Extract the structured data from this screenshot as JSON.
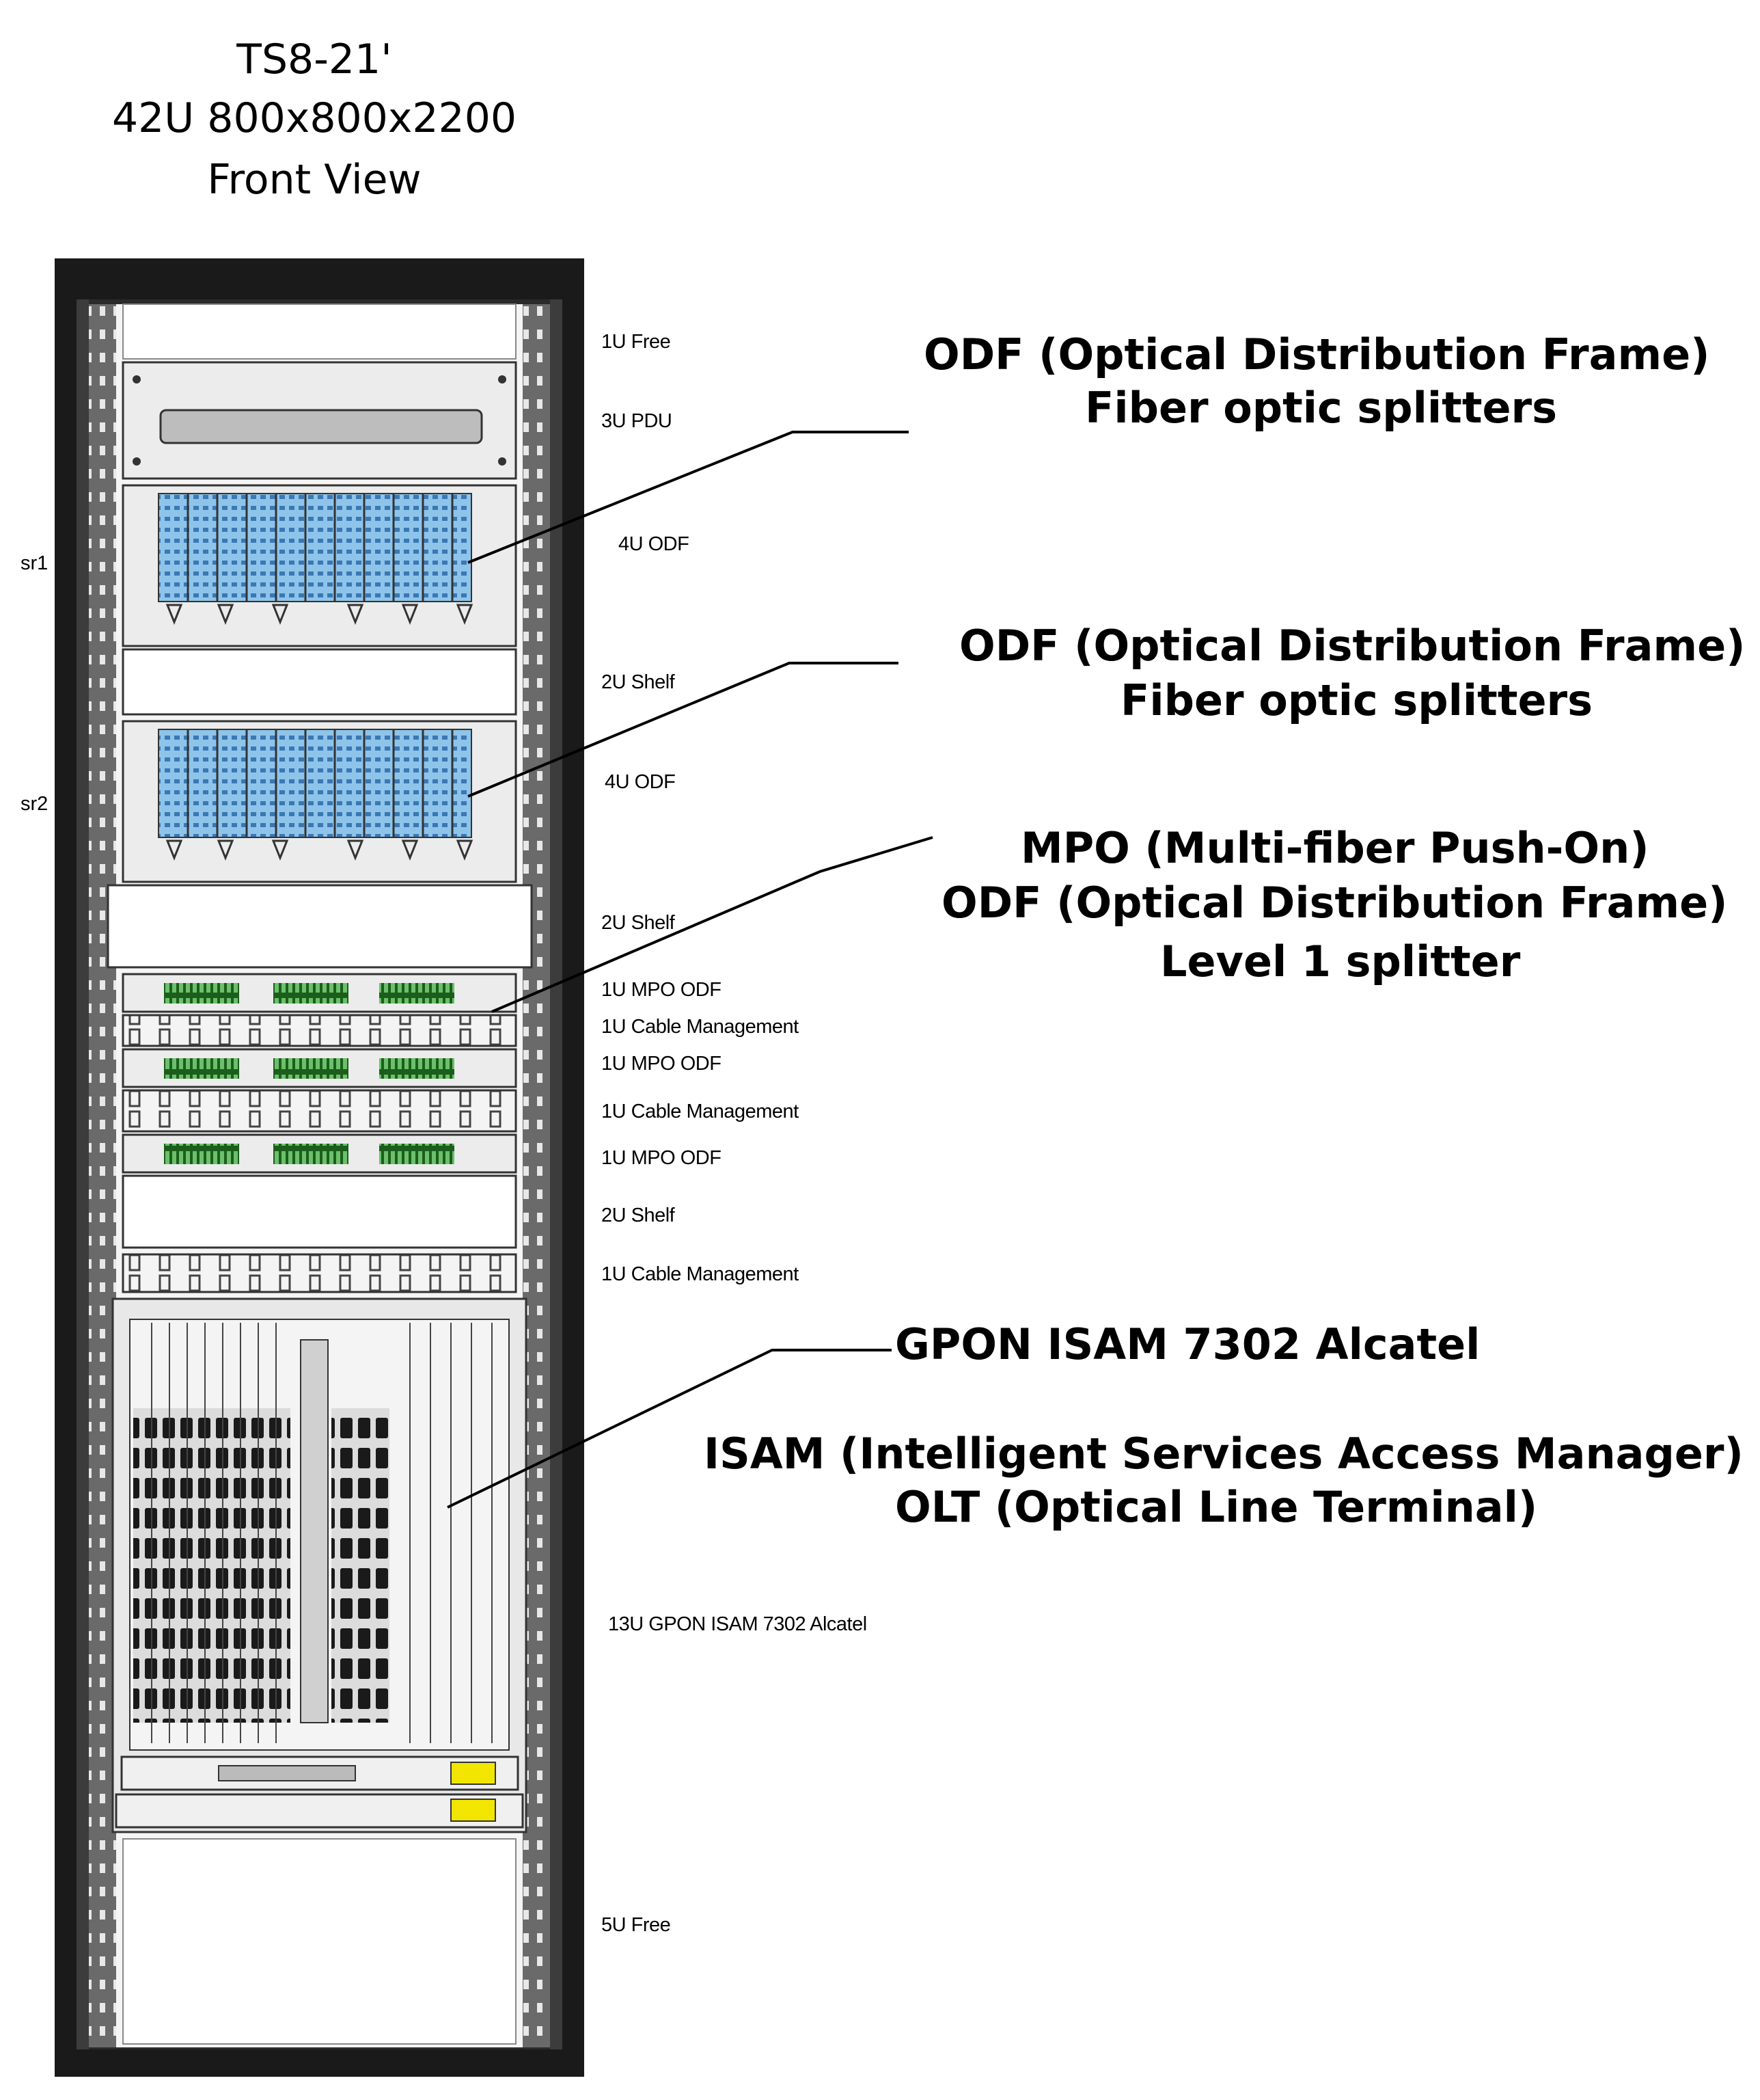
{
  "header": {
    "line1": "TS8-21'",
    "line2": "42U 800x800x2200",
    "line3": "Front View"
  },
  "side_labels": [
    "sr1",
    "sr2"
  ],
  "unit_labels": {
    "u1_free": "1U Free",
    "pdu": "3U PDU",
    "odf1": "4U ODF",
    "shelf1": "2U Shelf",
    "odf2": "4U ODF",
    "shelf2": "2U Shelf",
    "mpo1": "1U MPO ODF",
    "cable1": "1U Cable Management",
    "mpo2": "1U MPO ODF",
    "cable2": "1U Cable Management",
    "mpo3": "1U MPO ODF",
    "shelf3": "2U Shelf",
    "cable3": "1U Cable Management",
    "isam": "13U  GPON ISAM 7302 Alcatel",
    "free5": "5U Free"
  },
  "callouts": {
    "odf1_line1": "ODF (Optical Distribution Frame)",
    "odf1_line2": "Fiber optic splitters",
    "odf2_line1": "ODF (Optical Distribution Frame)",
    "odf2_line2": "Fiber optic splitters",
    "mpo_line1": "MPO (Multi-fiber Push-On)",
    "mpo_line2": "ODF (Optical Distribution Frame)",
    "mpo_line3": "Level 1 splitter",
    "gpon": "GPON ISAM 7302 Alcatel",
    "isam_line1": "ISAM (Intelligent Services Access Manager)",
    "isam_line2": "OLT (Optical Line Terminal)"
  },
  "colors": {
    "rack_frame": "#1a1a1a",
    "rail": "#555555",
    "odf_port_blue": "#8fc4ea",
    "mpo_green": "#3c8a3c",
    "psu_yellow": "#f2e600",
    "panel_gray": "#e6e6e6"
  }
}
